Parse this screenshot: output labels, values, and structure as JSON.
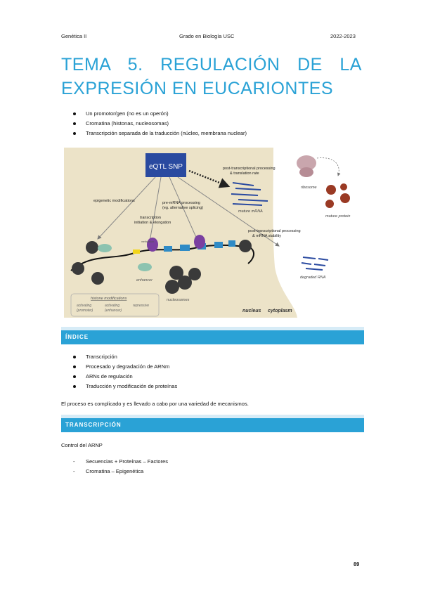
{
  "header": {
    "left": "Genética II",
    "center": "Grado en Biología USC",
    "right": "2022-2023"
  },
  "title": {
    "line1": "TEMA 5. REGULACIÓN DE LA",
    "line2": "EXPRESIÓN EN EUCARIONTES"
  },
  "intro_bullets": [
    "Un promotor/gen (no es un operón)",
    "Cromatina (histonas, nucleosomas)",
    "Transcripción separada de la traducción (núcleo, membrana nuclear)"
  ],
  "figure": {
    "eqtl": "eQTL SNP",
    "epigenetic": "epigenetic modifications",
    "premrna": "pre-mRNA processing",
    "premrna2": "(eg. alternative splicing)",
    "transcription": "transcription",
    "transcription2": "initiation & elongation",
    "post1": "post-transcriptional processing",
    "post1b": "& translation rate",
    "post2": "post-transcriptional processing",
    "post2b": "& mRNA stability",
    "ribosome": "ribosome",
    "mature_mrna": "mature mRNA",
    "mature_protein": "mature protein",
    "degraded_rna": "degraded RNA",
    "enhancer": "enhancer",
    "nucleosomes": "nucleosomes",
    "histone_mods": "histone modifications",
    "activating_prom": "activating",
    "activating_prom2": "(promoter)",
    "activating_enh": "activating",
    "activating_enh2": "(enhancer)",
    "repressive": "repressive",
    "methylation": "methylation",
    "nucleus": "nucleus",
    "cytoplasm": "cytoplasm"
  },
  "sections": {
    "indice": "ÍNDICE",
    "transcripcion": "TRANSCRIPCIÓN"
  },
  "index_items": [
    "Transcripción",
    "Procesado y degradación de ARNm",
    "ARNs de regulación",
    "Traducción y modificación de proteínas"
  ],
  "note": "El proceso es complicado y es llevado a cabo por una variedad de mecanismos.",
  "control_heading": "Control del ARNP",
  "control_items": [
    "Secuencias + Proteínas – Factores",
    "Cromatina – Epigenética"
  ],
  "page_number": "89"
}
